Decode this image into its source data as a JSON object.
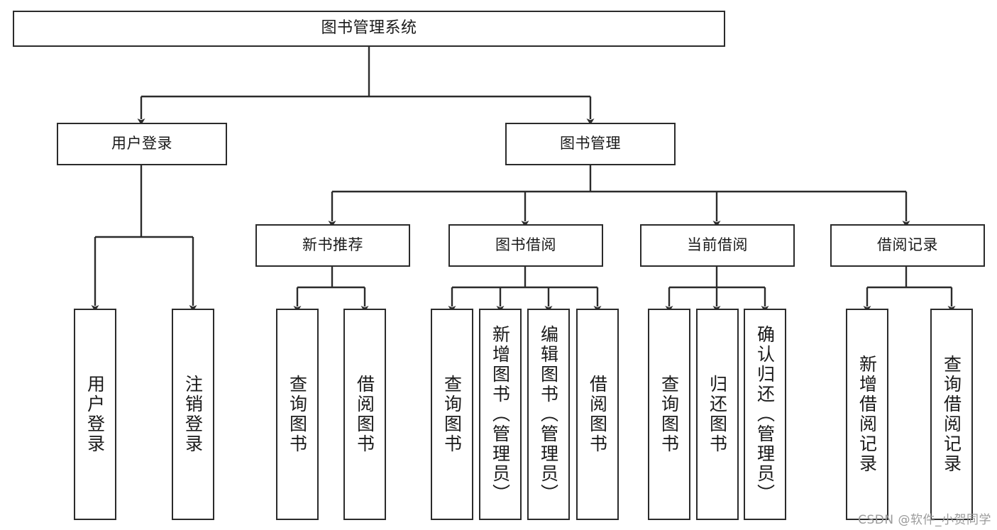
{
  "diagram": {
    "title": "图书管理系统",
    "type": "tree-hierarchy",
    "colors": {
      "stroke": "#2b2b2b",
      "fill": "#ffffff",
      "text": "#1a1a1a",
      "watermark": "#9a9a9a"
    },
    "nodes": {
      "root": {
        "label": "图书管理系统",
        "level": 1,
        "orientation": "horizontal"
      },
      "user_login": {
        "label": "用户登录",
        "level": 2,
        "orientation": "horizontal"
      },
      "book_manage": {
        "label": "图书管理",
        "level": 2,
        "orientation": "horizontal"
      },
      "new_book_rec": {
        "label": "新书推荐",
        "level": 3,
        "orientation": "horizontal"
      },
      "book_borrow": {
        "label": "图书借阅",
        "level": 3,
        "orientation": "horizontal"
      },
      "current_borrow": {
        "label": "当前借阅",
        "level": 3,
        "orientation": "horizontal"
      },
      "borrow_record": {
        "label": "借阅记录",
        "level": 3,
        "orientation": "horizontal"
      },
      "leaf_user_login": {
        "label": "用户登录",
        "level": 3,
        "orientation": "vertical"
      },
      "leaf_logout": {
        "label": "注销登录",
        "level": 3,
        "orientation": "vertical"
      },
      "leaf_query_book_1": {
        "label": "查询图书",
        "level": 4,
        "orientation": "vertical"
      },
      "leaf_borrow_book_1": {
        "label": "借阅图书",
        "level": 4,
        "orientation": "vertical"
      },
      "leaf_query_book_2": {
        "label": "查询图书",
        "level": 4,
        "orientation": "vertical"
      },
      "leaf_add_book": {
        "label": "新增图书（管理员）",
        "level": 4,
        "orientation": "vertical"
      },
      "leaf_edit_book": {
        "label": "编辑图书（管理员）",
        "level": 4,
        "orientation": "vertical"
      },
      "leaf_borrow_book_2": {
        "label": "借阅图书",
        "level": 4,
        "orientation": "vertical"
      },
      "leaf_query_book_3": {
        "label": "查询图书",
        "level": 4,
        "orientation": "vertical"
      },
      "leaf_return_book": {
        "label": "归还图书",
        "level": 4,
        "orientation": "vertical"
      },
      "leaf_confirm_return": {
        "label": "确认归还（管理员）",
        "level": 4,
        "orientation": "vertical"
      },
      "leaf_add_record": {
        "label": "新增借阅记录",
        "level": 4,
        "orientation": "vertical"
      },
      "leaf_query_record": {
        "label": "查询借阅记录",
        "level": 4,
        "orientation": "vertical"
      }
    },
    "edges": [
      {
        "from": "root",
        "to": "user_login"
      },
      {
        "from": "root",
        "to": "book_manage"
      },
      {
        "from": "user_login",
        "to": "leaf_user_login"
      },
      {
        "from": "user_login",
        "to": "leaf_logout"
      },
      {
        "from": "book_manage",
        "to": "new_book_rec"
      },
      {
        "from": "book_manage",
        "to": "book_borrow"
      },
      {
        "from": "book_manage",
        "to": "current_borrow"
      },
      {
        "from": "book_manage",
        "to": "borrow_record"
      },
      {
        "from": "new_book_rec",
        "to": "leaf_query_book_1"
      },
      {
        "from": "new_book_rec",
        "to": "leaf_borrow_book_1"
      },
      {
        "from": "book_borrow",
        "to": "leaf_query_book_2"
      },
      {
        "from": "book_borrow",
        "to": "leaf_add_book"
      },
      {
        "from": "book_borrow",
        "to": "leaf_edit_book"
      },
      {
        "from": "book_borrow",
        "to": "leaf_borrow_book_2"
      },
      {
        "from": "current_borrow",
        "to": "leaf_query_book_3"
      },
      {
        "from": "current_borrow",
        "to": "leaf_return_book"
      },
      {
        "from": "current_borrow",
        "to": "leaf_confirm_return"
      },
      {
        "from": "borrow_record",
        "to": "leaf_add_record"
      },
      {
        "from": "borrow_record",
        "to": "leaf_query_record"
      }
    ]
  },
  "watermark": {
    "text": "CSDN @软件_小贺同学"
  }
}
